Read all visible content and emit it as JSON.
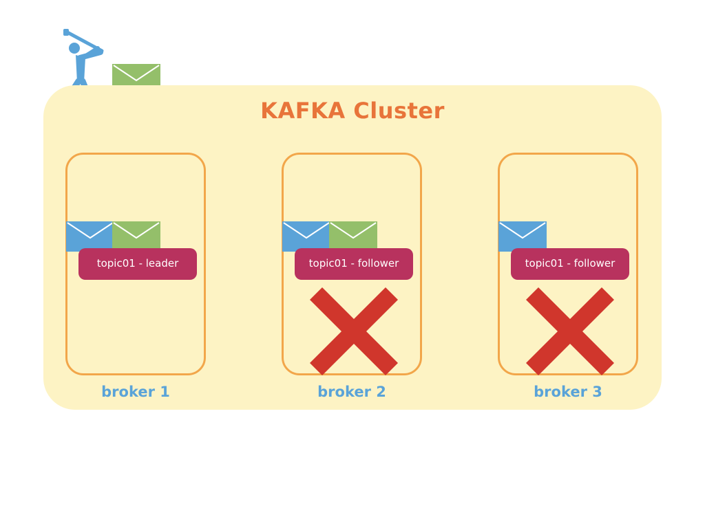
{
  "cluster": {
    "title": "KAFKA Cluster",
    "background_color": "#fdf3c4",
    "title_color": "#e8743a"
  },
  "brokers": [
    {
      "label": "broker 1",
      "topic": "topic01 - leader",
      "failed": false,
      "messages": [
        "blue-envelope-icon",
        "green-envelope-icon"
      ]
    },
    {
      "label": "broker 2",
      "topic": "topic01 - follower",
      "failed": true,
      "messages": [
        "blue-envelope-icon",
        "green-envelope-icon"
      ]
    },
    {
      "label": "broker 3",
      "topic": "topic01 - follower",
      "failed": true,
      "messages": [
        "blue-envelope-icon"
      ]
    }
  ],
  "producer": {
    "icon": "golfer-icon",
    "message_icon": "green-envelope-icon"
  },
  "colors": {
    "broker_border": "#f2a64a",
    "broker_label": "#5aa3d8",
    "topic_pill": "#b8325e",
    "envelope_blue": "#5aa3d8",
    "envelope_green": "#94bf6a",
    "failure_cross": "#d0362c",
    "golfer": "#5aa3d8"
  }
}
